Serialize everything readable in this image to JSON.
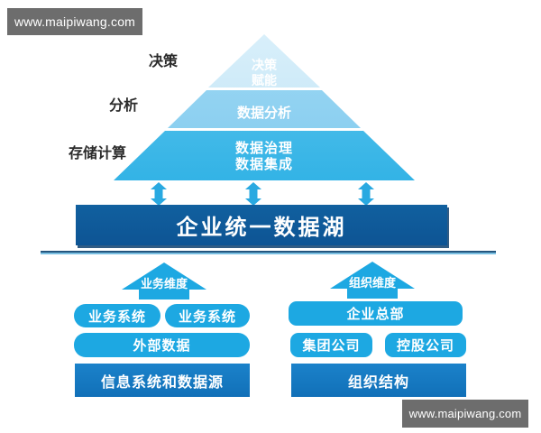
{
  "watermarks": {
    "top_left": "www.maipiwang.com",
    "bottom_right": "www.maipiwang.com"
  },
  "pyramid": {
    "side_labels": {
      "decision": "决策",
      "analysis": "分析",
      "storage_compute": "存储计算"
    },
    "layers": [
      {
        "name": "decision-empower",
        "lines": [
          "决策",
          "赋能"
        ],
        "color": "#c9e8f8"
      },
      {
        "name": "data-analysis",
        "lines": [
          "数据分析"
        ],
        "color": "#8dcff1"
      },
      {
        "name": "governance-integration",
        "lines": [
          "数据治理",
          "数据集成"
        ],
        "color": "#45bbe9"
      }
    ]
  },
  "data_lake": {
    "label": "企业统一数据湖",
    "color": "#0f5b9d"
  },
  "groups": {
    "business": {
      "dimension_label": "业务维度",
      "row1": [
        "业务系统",
        "业务系统"
      ],
      "row2": "外部数据",
      "row3": "信息系统和数据源"
    },
    "organization": {
      "dimension_label": "组织维度",
      "row1": "企业总部",
      "row2": [
        "集团公司",
        "控股公司"
      ],
      "row3": "组织结构"
    }
  },
  "palette": {
    "cyan_node": "#1da8e2",
    "deep_node": "#1478c2",
    "bar_blue": "#0f5b9d",
    "pyramid_top": "#c9e8f8",
    "pyramid_mid": "#8dcff1",
    "pyramid_bottom": "#45bbe9",
    "connector_arrow": "#29a9e1",
    "watermark_bg": "#6d6d6d"
  }
}
